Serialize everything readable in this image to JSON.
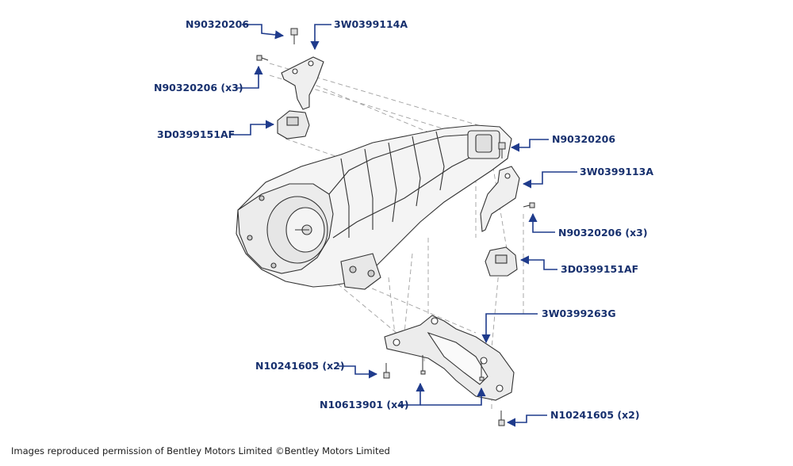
{
  "callouts": [
    {
      "id": "c1",
      "label": "N90320206"
    },
    {
      "id": "c2",
      "label": "3W0399114A"
    },
    {
      "id": "c3",
      "label": "N90320206 (x3)"
    },
    {
      "id": "c4",
      "label": "3D0399151AF"
    },
    {
      "id": "c5",
      "label": "N90320206"
    },
    {
      "id": "c6",
      "label": "3W0399113A"
    },
    {
      "id": "c7",
      "label": "N90320206 (x3)"
    },
    {
      "id": "c8",
      "label": "3D0399151AF"
    },
    {
      "id": "c9",
      "label": "3W0399263G"
    },
    {
      "id": "c10",
      "label": "N10241605 (x2)"
    },
    {
      "id": "c11",
      "label": "N10613901 (x4)"
    },
    {
      "id": "c12",
      "label": "N10241605 (x2)"
    }
  ],
  "footer": {
    "credit": "Images reproduced permission of Bentley Motors Limited ©Bentley Motors Limited"
  },
  "colors": {
    "callout": "#17306e",
    "arrow": "#1f3b8c",
    "drawing": "#333333",
    "dash": "#9a9a9a"
  }
}
